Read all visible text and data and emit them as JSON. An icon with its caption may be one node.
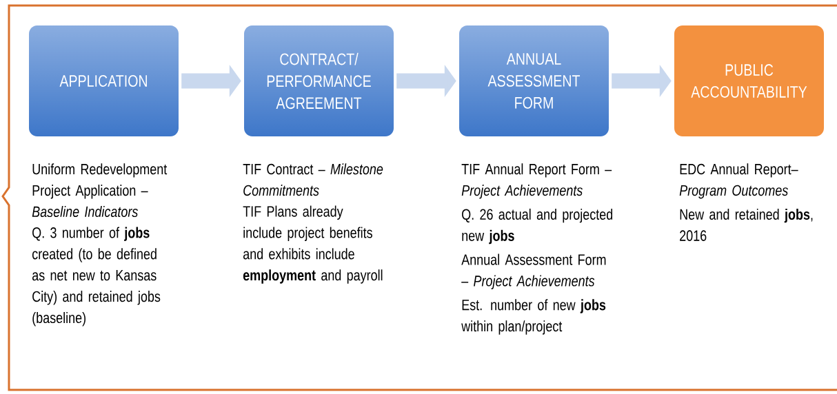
{
  "diagram": {
    "nodes": [
      {
        "text": [
          "APPLICATION"
        ],
        "beside": [
          "Uniform Redevelopment Project Application – *Baseline Indicators*",
          "Q. 3 number of **jobs** created (to be defined as net new to Kansas City) and retained jobs (baseline)"
        ]
      },
      {
        "text": [
          "CONTRACT/ PERFORMANCE AGREEMENT"
        ],
        "beside": [
          "TIF Contract – *Milestone Commitments*",
          "TIF Plans already include project benefits and exhibits include **employment** and payroll"
        ]
      },
      {
        "text": [
          "ANNUAL ASSESSMENT FORM"
        ],
        "beside": [
          "TIF Annual Report Form – *Project Achievements*",
          "Q. 26 actual and projected new **jobs**",
          "Annual Assessment Form – *Project Achievements*",
          "Est. number of new **jobs** within plan/project"
        ]
      },
      {
        "text": [
          "PUBLIC ACCOUNTABILITY"
        ],
        "beside": [
          "EDC Annual Report– *Program Outcomes*",
          "New and retained **jobs**, 2016"
        ]
      }
    ],
    "edges": [
      {
        "from": 0,
        "to": 1,
        "arrow": "to"
      },
      {
        "from": 1,
        "to": 2,
        "arrow": "to"
      },
      {
        "from": 2,
        "to": 3,
        "arrow": "to"
      }
    ]
  }
}
